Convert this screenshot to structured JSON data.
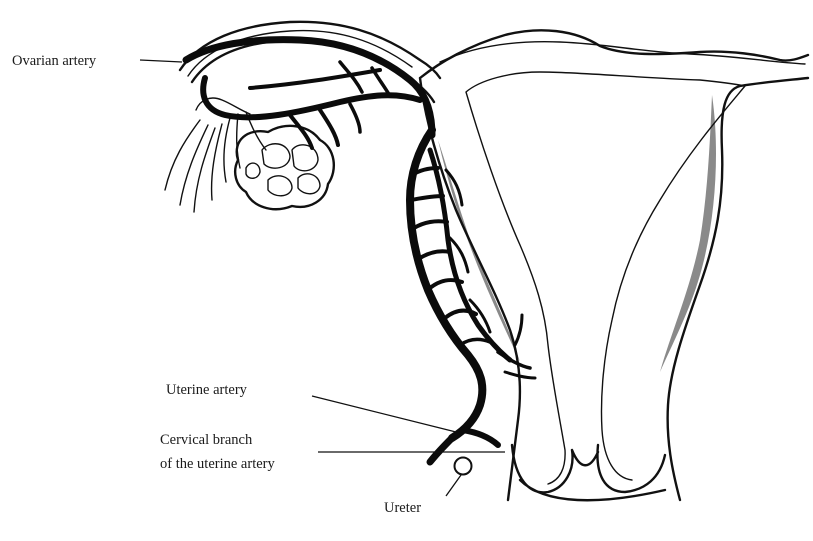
{
  "labels": {
    "ovarian_artery": "Ovarian artery",
    "uterine_artery": "Uterine artery",
    "cervical_branch_line1": "Cervical branch",
    "cervical_branch_line2": "of the uterine artery",
    "ureter": "Ureter"
  }
}
